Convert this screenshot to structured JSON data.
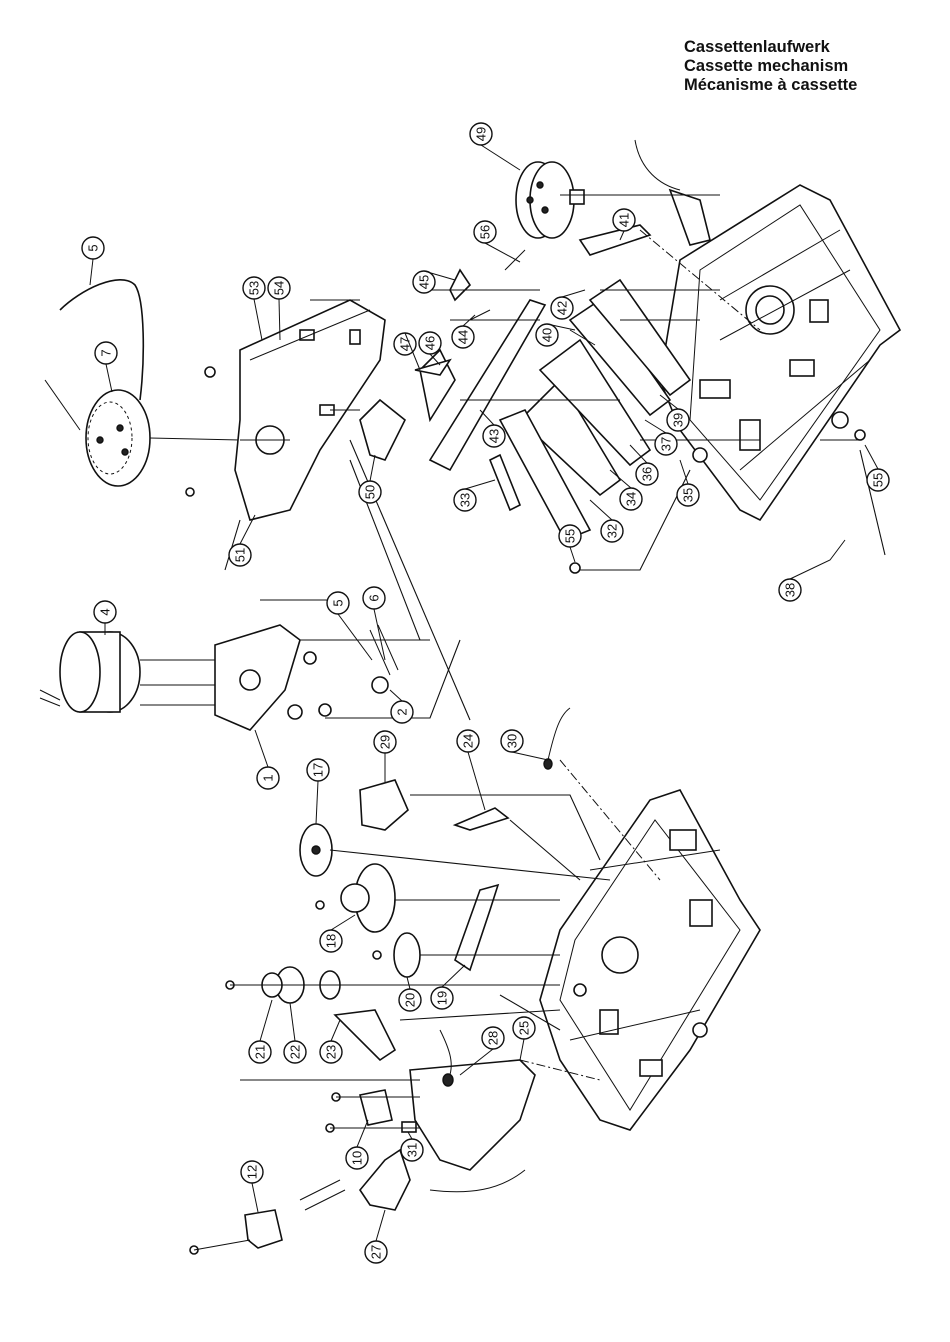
{
  "title": {
    "de": "Cassettenlaufwerk",
    "en": "Cassette mechanism",
    "fr": "Mécanisme à cassette"
  },
  "callouts": [
    "1",
    "2",
    "4",
    "5",
    "5",
    "6",
    "7",
    "10",
    "12",
    "17",
    "18",
    "19",
    "20",
    "21",
    "22",
    "23",
    "24",
    "25",
    "27",
    "28",
    "29",
    "30",
    "31",
    "32",
    "33",
    "34",
    "35",
    "36",
    "37",
    "38",
    "39",
    "40",
    "41",
    "42",
    "43",
    "44",
    "45",
    "46",
    "47",
    "49",
    "50",
    "51",
    "53",
    "54",
    "55",
    "55",
    "56"
  ]
}
